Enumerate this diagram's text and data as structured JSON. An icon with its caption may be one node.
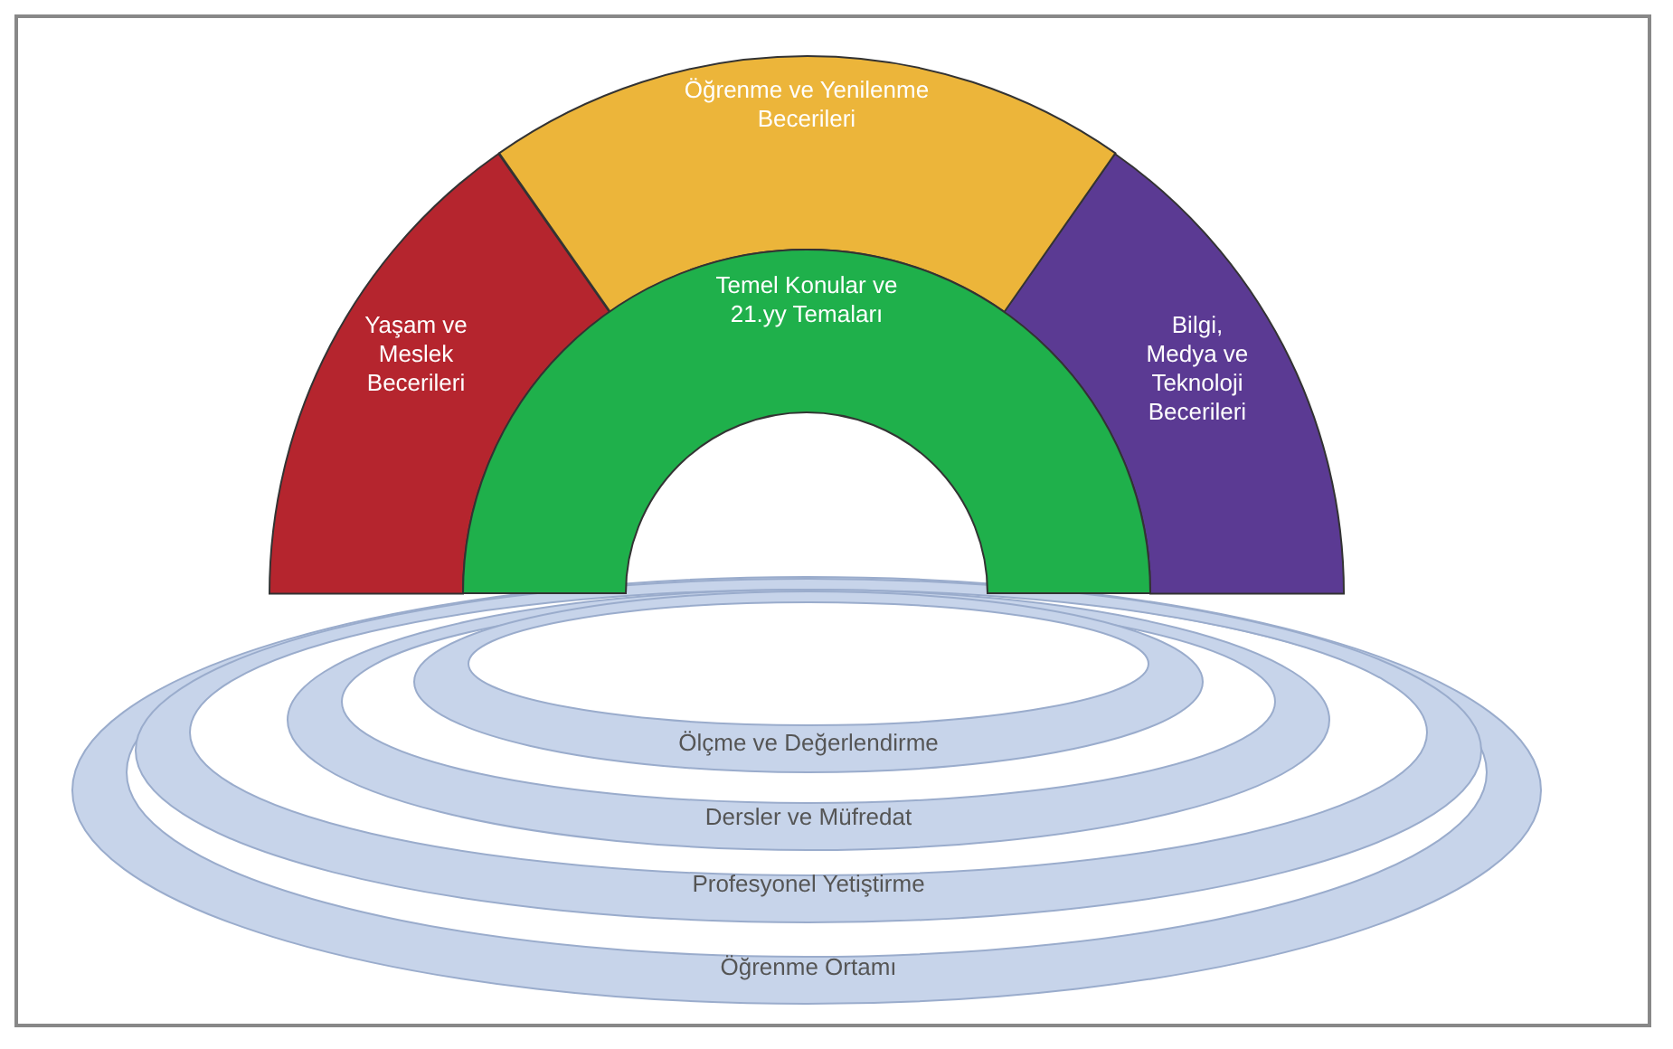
{
  "diagram": {
    "nodes": [
      {
        "text": [
          "Öğrenme ve Yenilenme Becerileri"
        ]
      },
      {
        "text": [
          "Yaşam ve Meslek Becerileri"
        ]
      },
      {
        "text": [
          "Temel Konular ve 21.yy Temaları"
        ]
      },
      {
        "text": [
          "Bilgi, Medya ve Teknoloji Becerileri"
        ]
      },
      {
        "text": [
          "Ölçme ve Değerlendirme"
        ],
        "in": 5
      },
      {
        "text": [
          "Dersler ve Müfredat"
        ],
        "in": 6
      },
      {
        "text": [
          "Profesyonel Yetiştirme"
        ],
        "in": 7
      },
      {
        "text": [
          "Öğrenme Ortamı"
        ]
      }
    ],
    "edges": []
  }
}
